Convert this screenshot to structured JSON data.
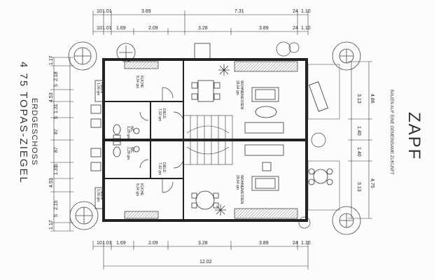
{
  "titles": {
    "model": "4 75 TOPAS-ZIEGEL",
    "floor": "ERDGESCHOSS",
    "brand": "ZAPF",
    "slogan": "BAUEN AUF EINE GEMEINSAME ZUKUNFT"
  },
  "dimensions": {
    "top": [
      "10",
      "1.01",
      "3.89",
      "7.31",
      "24",
      "1.10",
      "10",
      "1.01",
      "1.69",
      "2.09",
      "3.28",
      "3.89",
      "24",
      "1.10"
    ],
    "bottom": [
      "10",
      "1.01",
      "1.69",
      "2.09",
      "3.28",
      "3.89",
      "24",
      "1.10",
      "12.02"
    ],
    "left": [
      "1.17",
      "2.18",
      "5",
      "4.53",
      "1.31",
      "5",
      "87",
      "87",
      "5",
      "1.31",
      "4.53",
      "2.15",
      "5",
      "1.17"
    ],
    "right": [
      "3.13",
      "4.86",
      "1.40",
      "1.40",
      "3.13",
      "4.75"
    ]
  },
  "rooms": {
    "kitchen": "KÜCHE",
    "kitchen_area": "8,34 qm",
    "hall": "DIELE",
    "hall_area": "7,92 qm",
    "wc": "WC",
    "wc_area": "1,28 qm",
    "living": "WOHNEN/ESSEN",
    "living_area": "28,64 qm",
    "hvac": "HEIZG",
    "hvac_area": "1,06 qm"
  }
}
